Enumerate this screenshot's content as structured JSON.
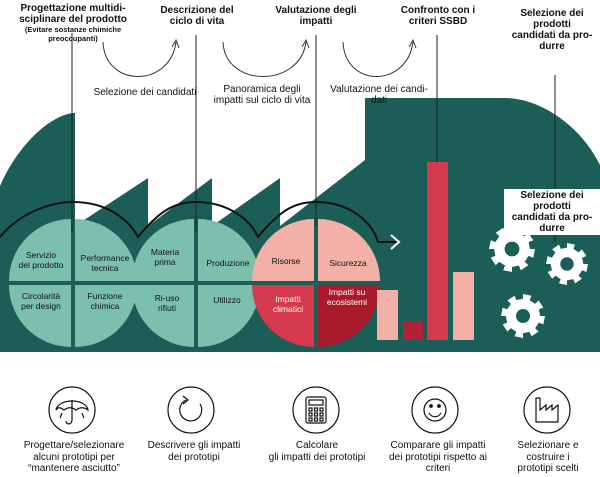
{
  "colors": {
    "teal_dark": "#1b5e57",
    "teal_light": "#7bc0ad",
    "pink_light": "#f2b0a6",
    "red": "#d5394d",
    "red_dark": "#a9182b",
    "bar_dark": "#b12236"
  },
  "stages": [
    {
      "title": "Progettazione multidi-\nsciplinare del prodotto",
      "note": "(Evitare sostanze chimiche preoccupanti)"
    },
    {
      "title": "Descrizione del\nciclo di vita"
    },
    {
      "title": "Valutazione degli\nimpatti"
    },
    {
      "title": "Confronto con i\ncriteri SSBD"
    },
    {
      "title": "Selezione dei\nprodotti\ncandidati da pro-\ndurre"
    }
  ],
  "transitions": [
    "Selezione dei candidati",
    "Panoramica degli\nimpatti sul ciclo di vita",
    "Valutazione dei candi-\ndati"
  ],
  "factory_gear_label": "Selezione dei\nprodotti\ncandidati da pro-\ndurre",
  "circles": [
    {
      "quadrants": [
        "Servizio\ndel prodotto",
        "Performance\ntecnica",
        "Circolarità\nper design",
        "Funzione\nchimica"
      ]
    },
    {
      "quadrants": [
        "Materia\nprima",
        "Produzione",
        "Ri-uso\nrifiuti",
        "Utilizzo"
      ]
    },
    {
      "quadrants": [
        "Risorse",
        "Sicurezza",
        "Impatti\nclimatici",
        "Impatti su\necosistemi"
      ]
    }
  ],
  "bottom_items": [
    {
      "icon": "umbrella-icon",
      "text": "Progettare/selezionare\nalcuni prototipi per\n“mantenere asciutto”"
    },
    {
      "icon": "circular-arrow-icon",
      "text": "Descrivere gli impatti\ndei prototipi"
    },
    {
      "icon": "calculator-icon",
      "text": "Calcolare\ngli impatti dei prototipi"
    },
    {
      "icon": "smiley-icon",
      "text": "Comparare gli impatti\ndei prototipi rispetto ai\ncriteri"
    },
    {
      "icon": "factory-icon",
      "text": "Selezionare e\ncostruire i\nprototipi scelti"
    }
  ]
}
